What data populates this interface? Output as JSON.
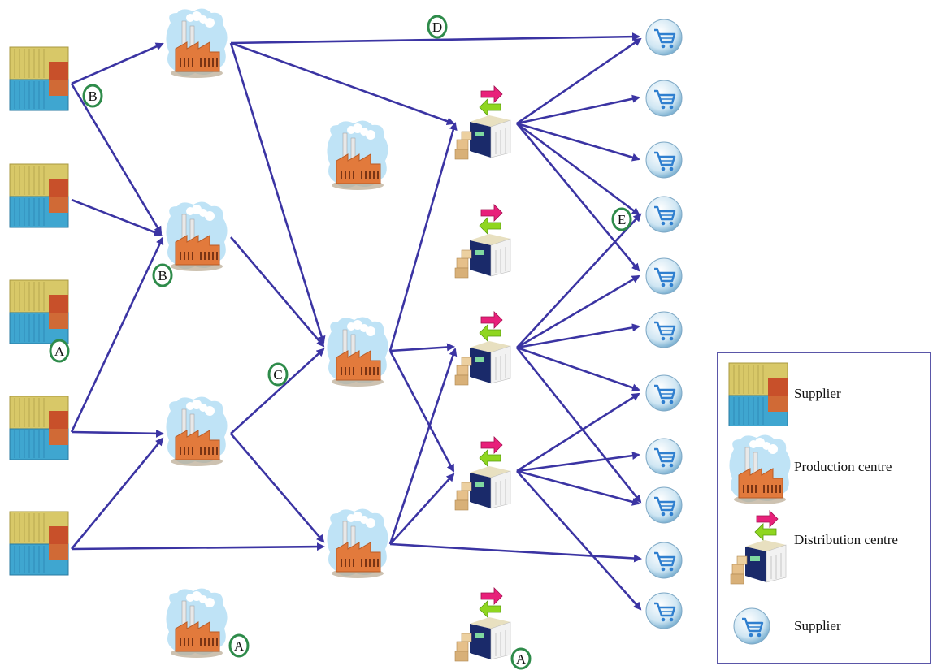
{
  "colors": {
    "arrow": "#3b34a3",
    "container_top": "#d8c868",
    "container_bottom": "#3fa6d0",
    "container_end": "#c8502a",
    "factory": "#e27a3c",
    "cloud": "#bfe3f6",
    "badge_ring": "#2e8b4a",
    "cart_blue": "#2f7fcf",
    "arrow_pink": "#e8207a",
    "arrow_green": "#8fd620",
    "building": "#1a2a6a"
  },
  "letter_badges": [
    "D",
    "B",
    "B",
    "A",
    "C",
    "E",
    "A",
    "A"
  ],
  "legend": {
    "items": [
      {
        "icon": "container-icon",
        "label": "Supplier"
      },
      {
        "icon": "factory-icon",
        "label": "Production centre"
      },
      {
        "icon": "distribution-icon",
        "label": "Distribution centre"
      },
      {
        "icon": "cart-icon",
        "label": "Supplier"
      }
    ]
  }
}
